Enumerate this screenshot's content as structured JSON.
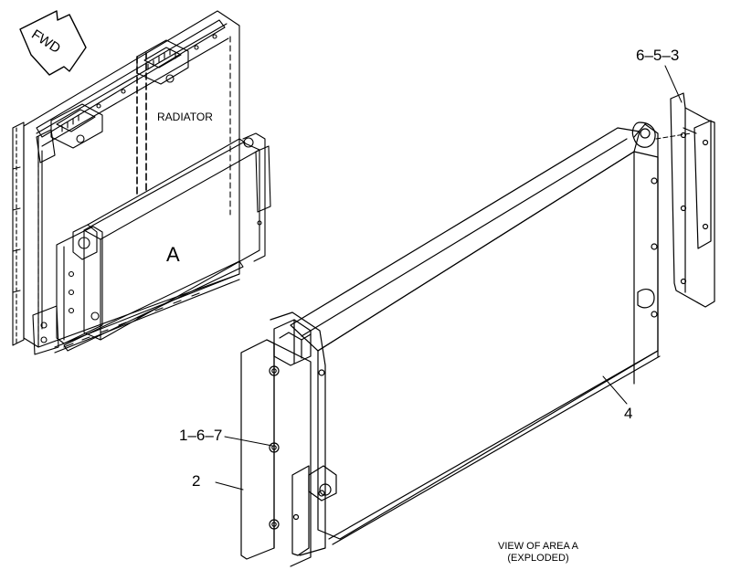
{
  "labels": {
    "fwd": "FWD",
    "radiator": "RADIATOR",
    "area": "A",
    "callout_6_5_3": "6–5–3",
    "callout_4": "4",
    "callout_1_6_7": "1–6–7",
    "callout_2": "2",
    "caption_line1": "VIEW OF AREA A",
    "caption_line2": "(EXPLODED)"
  },
  "colors": {
    "line": "#000000",
    "background": "#ffffff"
  }
}
